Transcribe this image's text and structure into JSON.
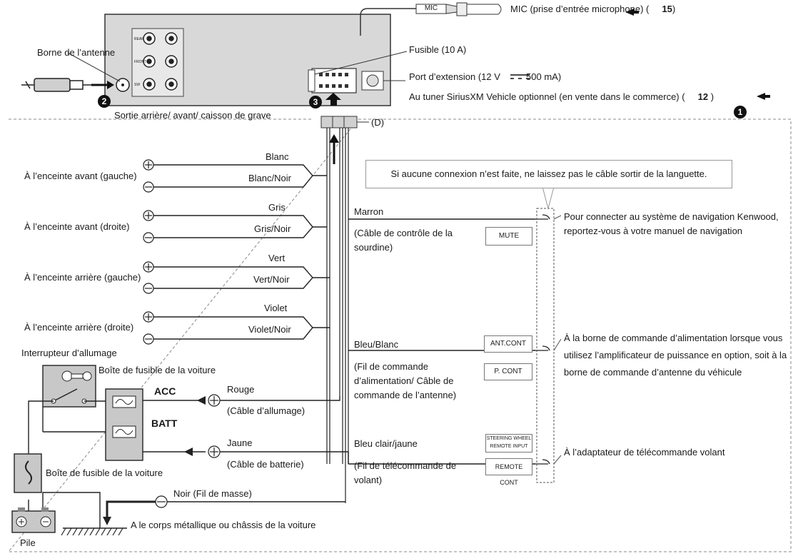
{
  "unit": {
    "antenna_label": "Borne de l’antenne",
    "rca_label": "Sortie arrière/ avant/ caisson de grave",
    "mic_plug": "MIC",
    "mic_label": "MIC (prise d’entrée microphone) (",
    "mic_ref": "15",
    "fuse_label": "Fusible (10 A)",
    "ext_label": "Port d’extension (12 V",
    "ext_current": "500 mA)",
    "sxm_label": "Au tuner SiriusXM Vehicle optionnel (en vente dans le commerce) (",
    "sxm_ref": "12",
    "d_label": "(D)",
    "rca_mini": [
      "REAR",
      "FRONT",
      "SW"
    ],
    "numbers": [
      "2",
      "3",
      "1"
    ]
  },
  "speakers": [
    {
      "name": "À l’enceinte avant (gauche)",
      "pos": "Blanc",
      "neg": "Blanc/Noir"
    },
    {
      "name": "À l’enceinte avant (droite)",
      "pos": "Gris",
      "neg": "Gris/Noir"
    },
    {
      "name": "À l’enceinte arrière (gauche)",
      "pos": "Vert",
      "neg": "Vert/Noir"
    },
    {
      "name": "À l’enceinte arrière (droite)",
      "pos": "Violet",
      "neg": "Violet/Noir"
    }
  ],
  "power": {
    "ignition_switch": "Interrupteur d’allumage",
    "car_fuse_box": "Boîte de fusible de la voiture",
    "acc": "ACC",
    "batt": "BATT",
    "red": "Rouge",
    "red_desc": "(Câble d’allumage)",
    "yellow": "Jaune",
    "yellow_desc": "(Câble de batterie)",
    "fuse_box2": "Boîte de fusible de la voiture",
    "ground": "Noir (Fil de masse)",
    "chassis": "A le corps métallique ou châssis de la voiture",
    "battery": "Pile"
  },
  "right": {
    "note": "Si aucune connexion n’est faite, ne laissez pas le câble sortir de la languette.",
    "brown": "Marron",
    "brown_desc": [
      "(Câble de contrôle de la",
      "sourdine)"
    ],
    "mute_box": "MUTE",
    "kenwood": [
      "Pour connecter au système de navigation Kenwood,",
      "reportez-vous à votre manuel de navigation"
    ],
    "bluewhite": "Bleu/Blanc",
    "bluewhite_desc": [
      "(Fil de commande",
      "d’alimentation/ Câble de",
      "commande de l’antenne)"
    ],
    "antcont_box": "ANT.CONT",
    "pcont_box": "P. CONT",
    "amp": [
      "À la borne de commande d’alimentation lorsque vous",
      "utilisez l’amplificateur de puissance en option, soit à la",
      "borne de commande d’antenne du véhicule"
    ],
    "lightblue": "Bleu clair/jaune",
    "lightblue_desc": [
      "(Fil de télécommande de",
      "volant)"
    ],
    "steering_box": [
      "STEERING WHEEL",
      "REMOTE INPUT"
    ],
    "remotecont_box": "REMOTE CONT",
    "steering_target": "À l’adaptateur de télécommande volant"
  }
}
